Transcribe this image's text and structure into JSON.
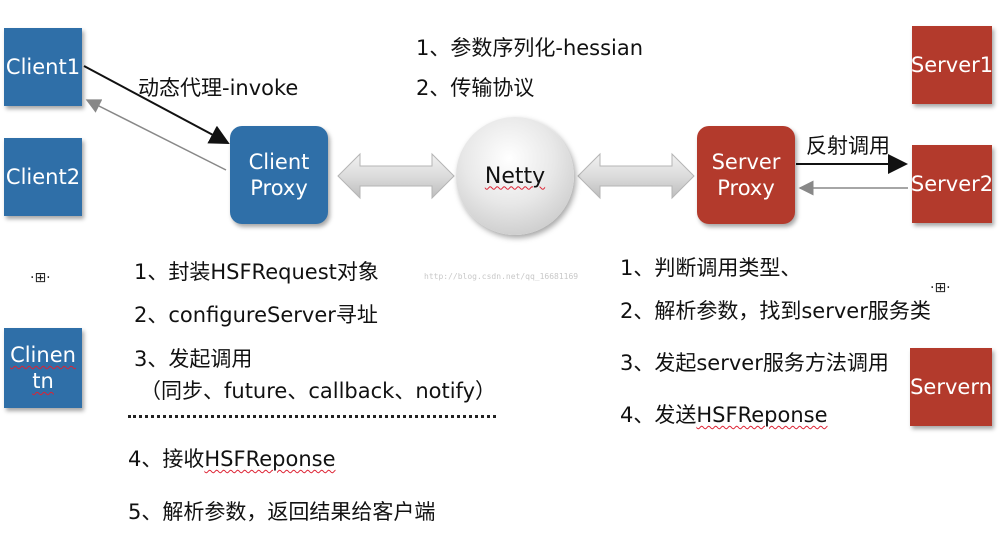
{
  "clients": {
    "c1": "Client1",
    "c2": "Client2",
    "cn_line1": "Clinen",
    "cn_line2": "tn"
  },
  "client_proxy": {
    "line1": "Client",
    "line2": "Proxy"
  },
  "netty": "Netty",
  "server_proxy": {
    "line1": "Server",
    "line2": "Proxy"
  },
  "servers": {
    "s1": "Server1",
    "s2": "Server2",
    "sn": "Servern"
  },
  "labels": {
    "dynamic_proxy": "动态代理-invoke",
    "reflection_call": "反射调用"
  },
  "netty_notes": [
    "1、参数序列化-hessian",
    "2、传输协议"
  ],
  "client_steps": {
    "s1": "1、封装HSFRequest对象",
    "s2": "2、configureServer寻址",
    "s3": "3、发起调用",
    "s3_detail": "（同步、future、callback、notify）",
    "s4_prefix": "4、接收",
    "s4_term": "HSFReponse",
    "s5": "5、解析参数，返回结果给客户端"
  },
  "server_steps": {
    "s1": "1、判断调用类型、",
    "s2": "2、解析参数，找到server服务类",
    "s3": "3、发起server服务方法调用",
    "s4_prefix": "4、发送",
    "s4_term": "HSFReponse"
  },
  "watermark": "http://blog.csdn.net/qq_16681169",
  "ellipsis_mark": "·⊞·",
  "colors": {
    "client_blue": "#2f6fa8",
    "server_red": "#b33a2c",
    "netty_gray": "#d9d9d9"
  }
}
